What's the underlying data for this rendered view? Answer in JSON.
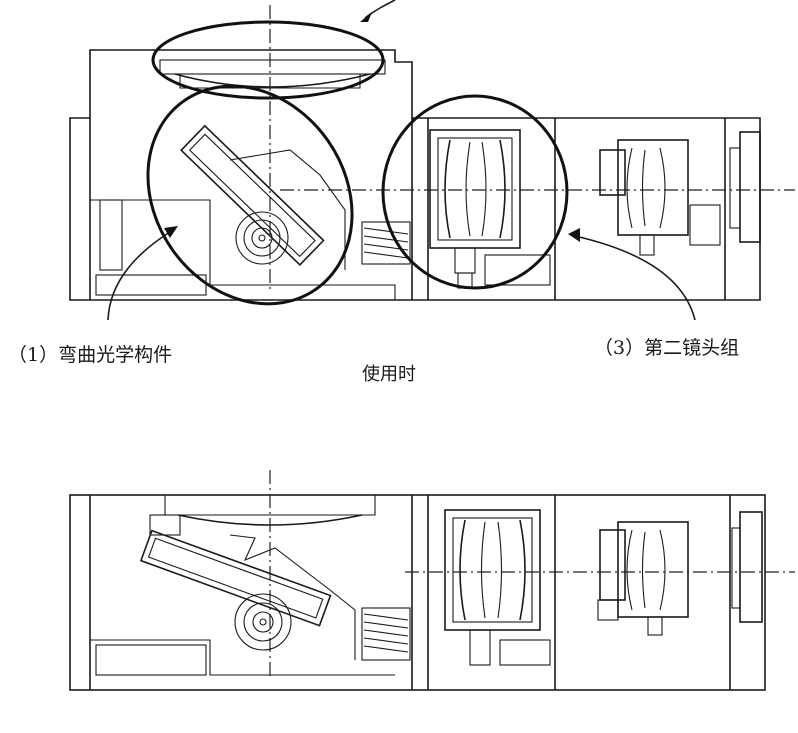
{
  "labels": {
    "bend_optical_member": "（1）弯曲光学构件",
    "second_lens_group": "（3）第二镜头组",
    "in_use": "使用时"
  }
}
